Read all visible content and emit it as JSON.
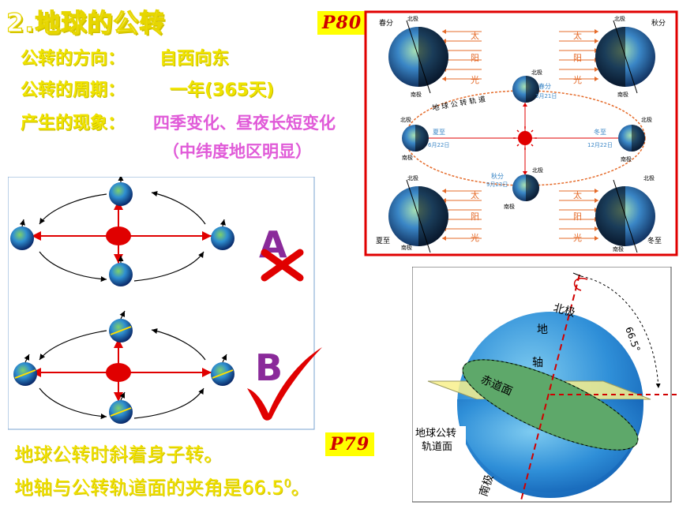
{
  "title": "2.地球的公转",
  "direction": {
    "label": "公转的方向：",
    "value": "自西向东"
  },
  "period": {
    "label": "公转的周期：",
    "value": "一年(365天)"
  },
  "phenomenon": {
    "label": "产生的现象：",
    "value": "四季变化、昼夜长短变化",
    "note": "（中纬度地区明显）"
  },
  "page_refs": {
    "top": "P80",
    "bottom": "P79"
  },
  "options": {
    "a": "A",
    "b": "B"
  },
  "bottom_lines": {
    "line1": "地球公转时斜着身子转。",
    "line2_prefix": "地轴与公转轨道面的夹角是66.5",
    "line2_sup": "0",
    "line2_suffix": "。"
  },
  "orbit_diagram": {
    "north_pole": "北极",
    "south_pole": "南极",
    "orbit_label": "地 球 公 转 轨 道",
    "sun_chars": [
      "太",
      "阳",
      "光"
    ],
    "spring": "春分",
    "summer": "夏至",
    "autumn": "秋分",
    "winter": "冬至",
    "summer_date": "6月22日",
    "winter_date": "12月22日",
    "spring_date": "3月21日",
    "autumn_date": "9月23日"
  },
  "tilt_diagram": {
    "north_pole": "北极",
    "south_pole": "南极",
    "axis_chars": [
      "地",
      "轴"
    ],
    "equator_plane": "赤道面",
    "orbit_plane": "地球公转轨道面",
    "angle": "66.5°"
  },
  "colors": {
    "title_yellow": "#f0e400",
    "pink": "#e05ad8",
    "red_frame": "#e00000",
    "check": "#e00000",
    "letter_purple": "#8a2a9a"
  }
}
